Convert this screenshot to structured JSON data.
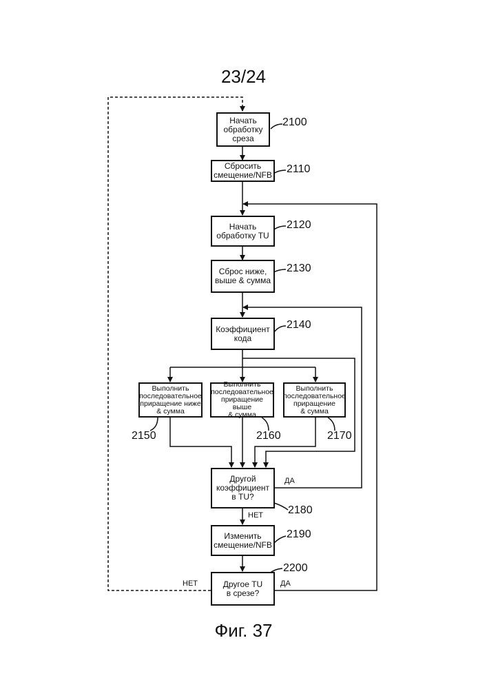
{
  "page_number": "23/24",
  "figure_caption": "Фиг. 37",
  "nodes": {
    "n2100": {
      "text": "Начать\nобработку\nсреза",
      "ref": "2100"
    },
    "n2110": {
      "text": "Сбросить\nсмещение/NFB",
      "ref": "2110"
    },
    "n2120": {
      "text": "Начать\nобработку TU",
      "ref": "2120"
    },
    "n2130": {
      "text": "Сброс ниже,\nвыше & сумма",
      "ref": "2130"
    },
    "n2140": {
      "text": "Коэффициент\nкода",
      "ref": "2140"
    },
    "n2150": {
      "text": "Выполнить\nпоследовательное\nприращение ниже\n& сумма",
      "ref": "2150"
    },
    "n2160": {
      "text": "Выполнить\nпоследовательное\nприращение выше\n& сумма",
      "ref": "2160"
    },
    "n2170": {
      "text": "Выполнить\nпоследовательное\nприращение\n& сумма",
      "ref": "2170"
    },
    "n2180": {
      "text": "Другой\nкоэффициент\nв TU?",
      "ref": "2180"
    },
    "n2190": {
      "text": "Изменить\nсмещение/NFB",
      "ref": "2190"
    },
    "n2200": {
      "text": "Другое TU\nв срезе?",
      "ref": "2200"
    }
  },
  "edge_labels": {
    "yes_2180": "ДА",
    "no_2180": "НЕТ",
    "yes_2200": "ДА",
    "no_2200": "НЕТ"
  }
}
